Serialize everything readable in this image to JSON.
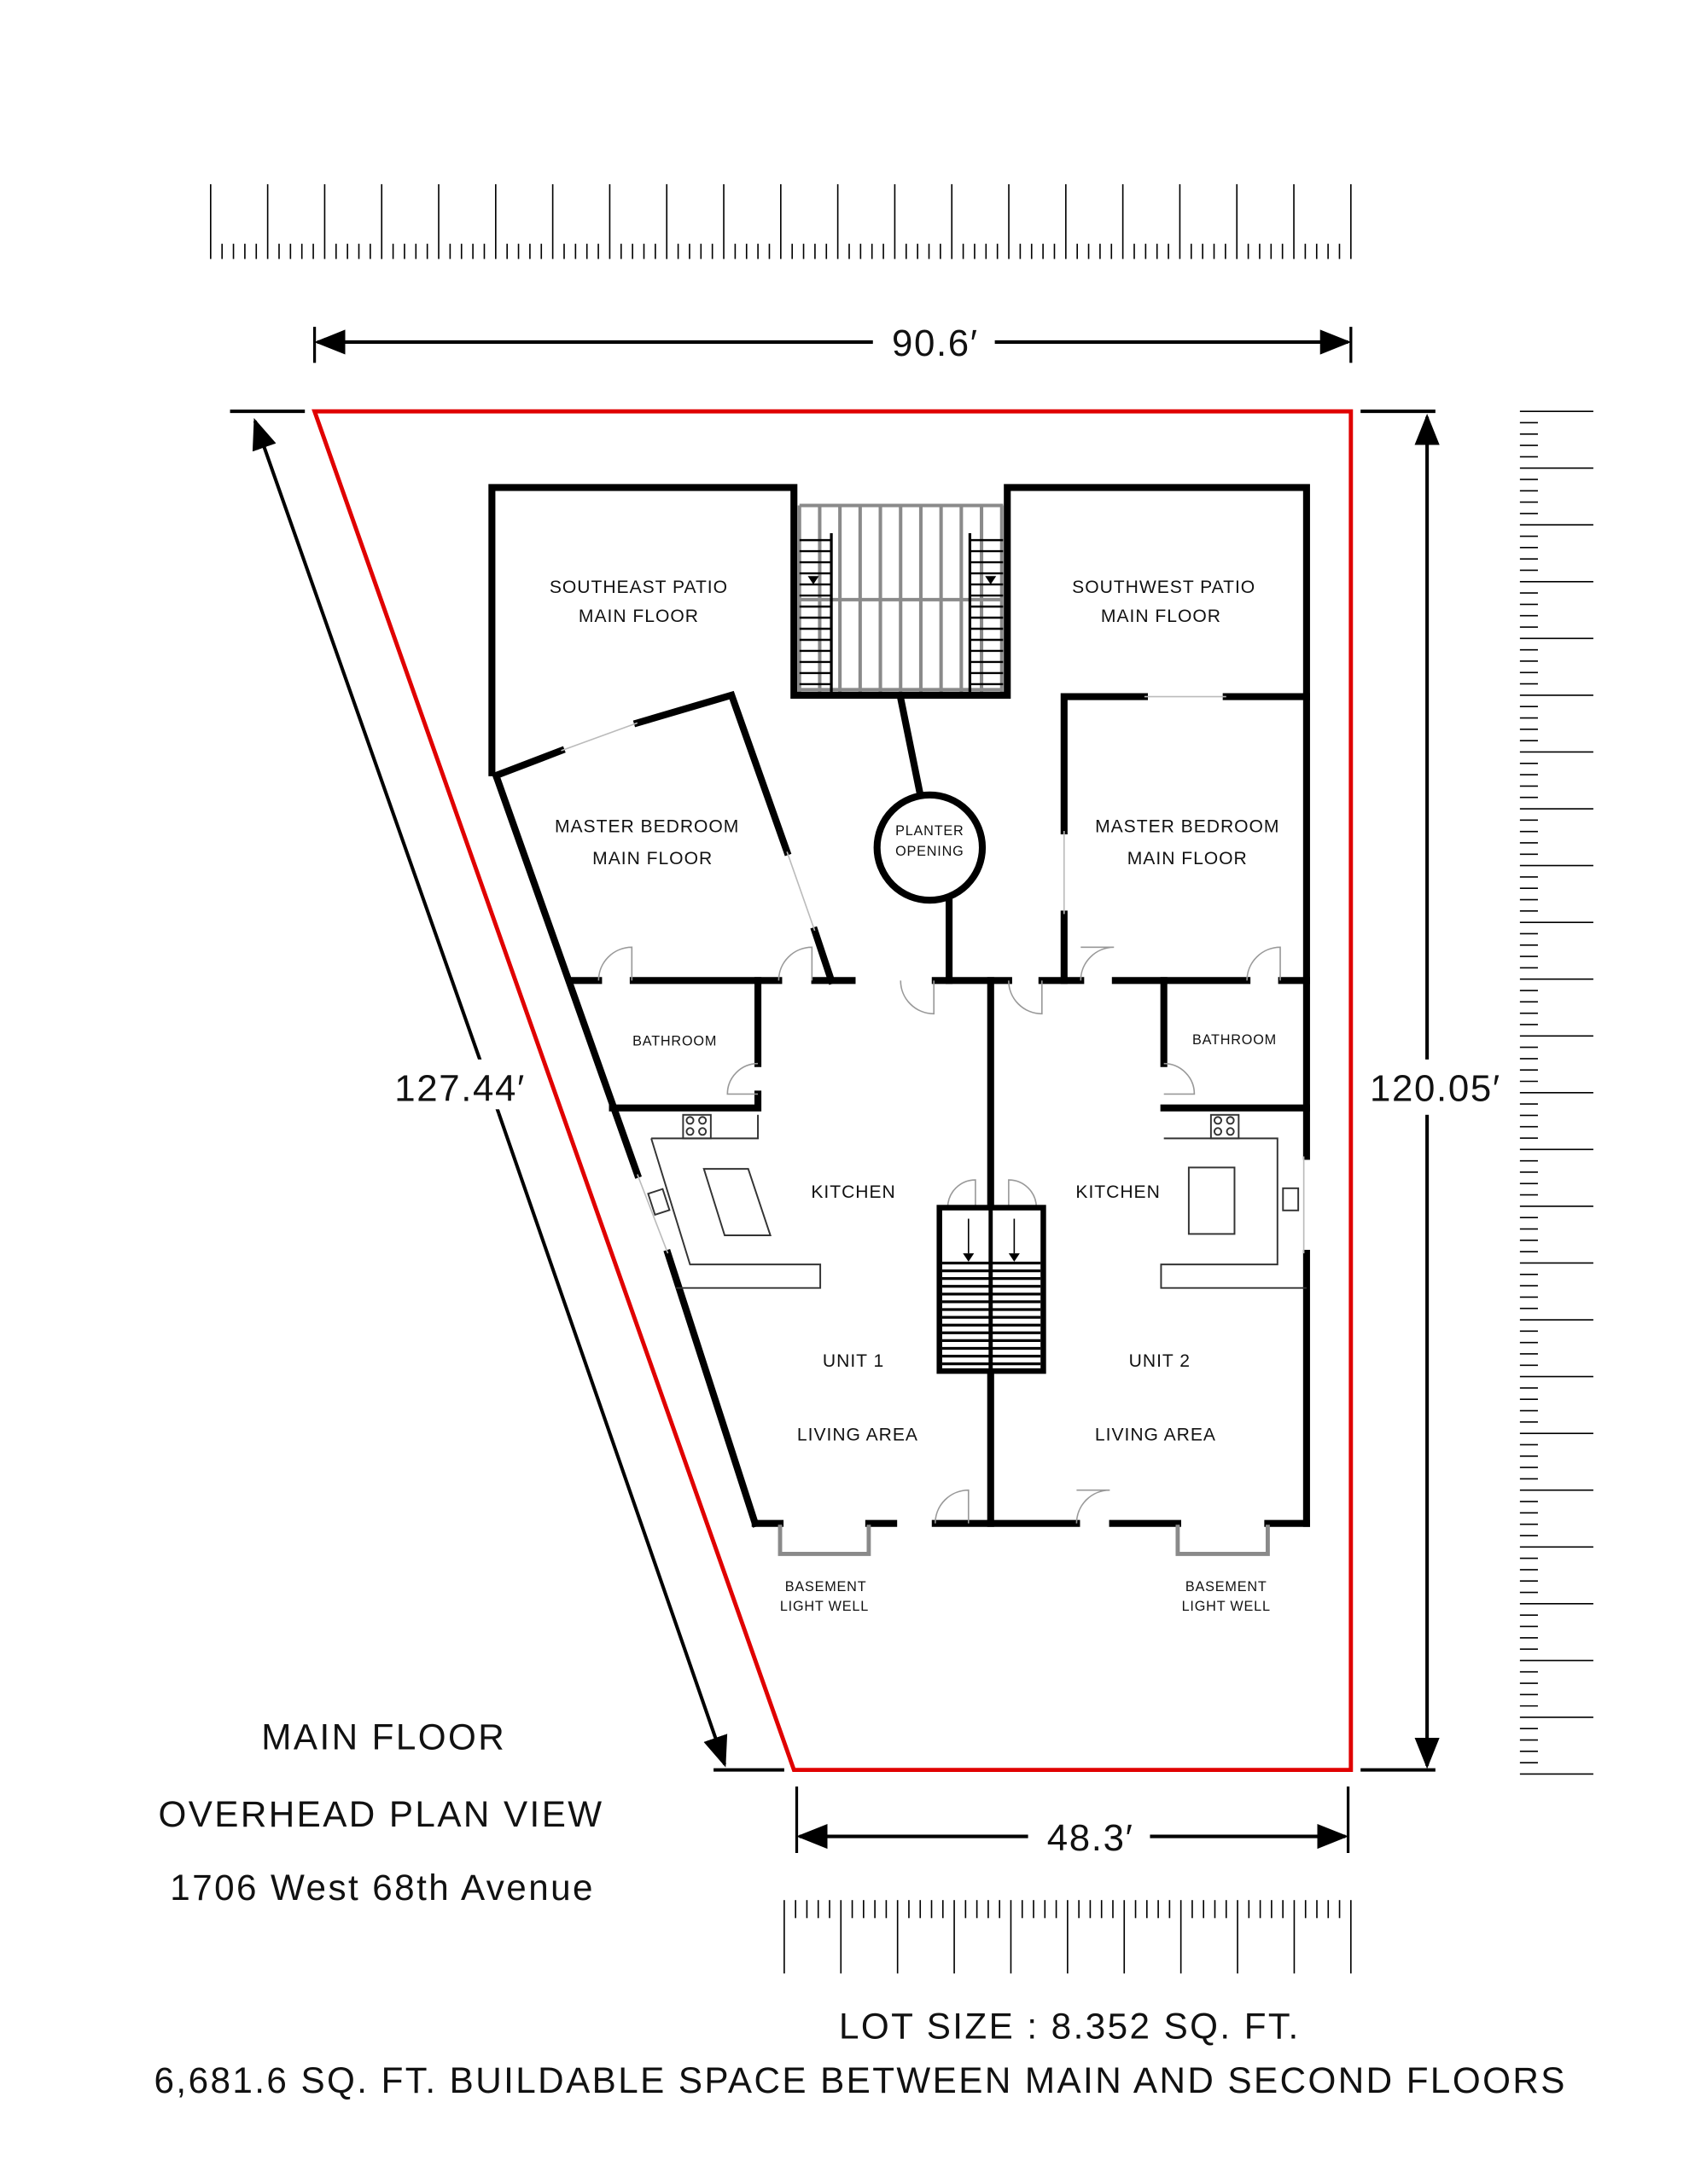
{
  "colors": {
    "lot_line": "#e00000",
    "walls": "#000000",
    "grating": "#8a8a8a"
  },
  "dimensions": {
    "top_width": "90.6′",
    "left_diagonal": "127.44′",
    "right_depth": "120.05′",
    "bottom_width": "48.3′"
  },
  "rooms": {
    "se_patio": [
      "SOUTHEAST PATIO",
      "MAIN FLOOR"
    ],
    "sw_patio": [
      "SOUTHWEST PATIO",
      "MAIN FLOOR"
    ],
    "master_left": [
      "MASTER BEDROOM",
      "MAIN FLOOR"
    ],
    "master_right": [
      "MASTER BEDROOM",
      "MAIN FLOOR"
    ],
    "planter": [
      "PLANTER",
      "OPENING"
    ],
    "bathroom_left": "BATHROOM",
    "bathroom_right": "BATHROOM",
    "kitchen_left": "KITCHEN",
    "kitchen_right": "KITCHEN",
    "unit1": "UNIT 1",
    "unit2": "UNIT 2",
    "living_left": "LIVING AREA",
    "living_right": "LIVING AREA",
    "lightwell_left": [
      "BASEMENT",
      "LIGHT WELL"
    ],
    "lightwell_right": [
      "BASEMENT",
      "LIGHT WELL"
    ]
  },
  "title_block": {
    "line1": "MAIN FLOOR",
    "line2": "OVERHEAD PLAN VIEW",
    "line3": "1706 West 68th Avenue"
  },
  "notes": {
    "lot_size": "LOT SIZE : 8.352 SQ. FT.",
    "buildable": "6,681.6 SQ. FT. BUILDABLE SPACE BETWEEN MAIN AND SECOND FLOORS"
  }
}
